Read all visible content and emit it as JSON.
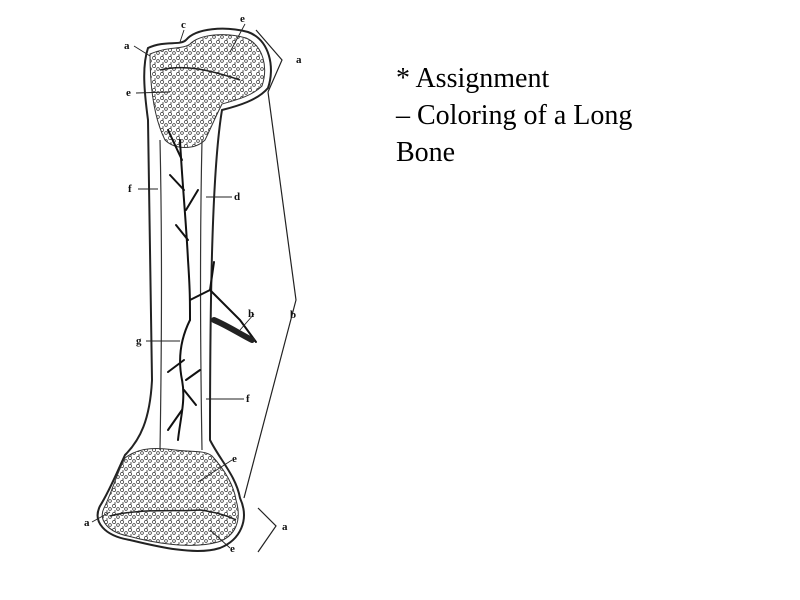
{
  "slide": {
    "lines": [
      "* Assignment",
      "– Coloring of a Long",
      "Bone"
    ]
  },
  "diagram": {
    "labels": {
      "c": "c",
      "e_top": "e",
      "a_top_left": "a",
      "a_top_right": "a",
      "e_left": "e",
      "f_left": "f",
      "d": "d",
      "b": "b",
      "h": "h",
      "g": "g",
      "f_right": "f",
      "e_lower": "e",
      "a_bottom_left": "a",
      "a_bottom_right": "a",
      "e_bottom": "e"
    }
  }
}
